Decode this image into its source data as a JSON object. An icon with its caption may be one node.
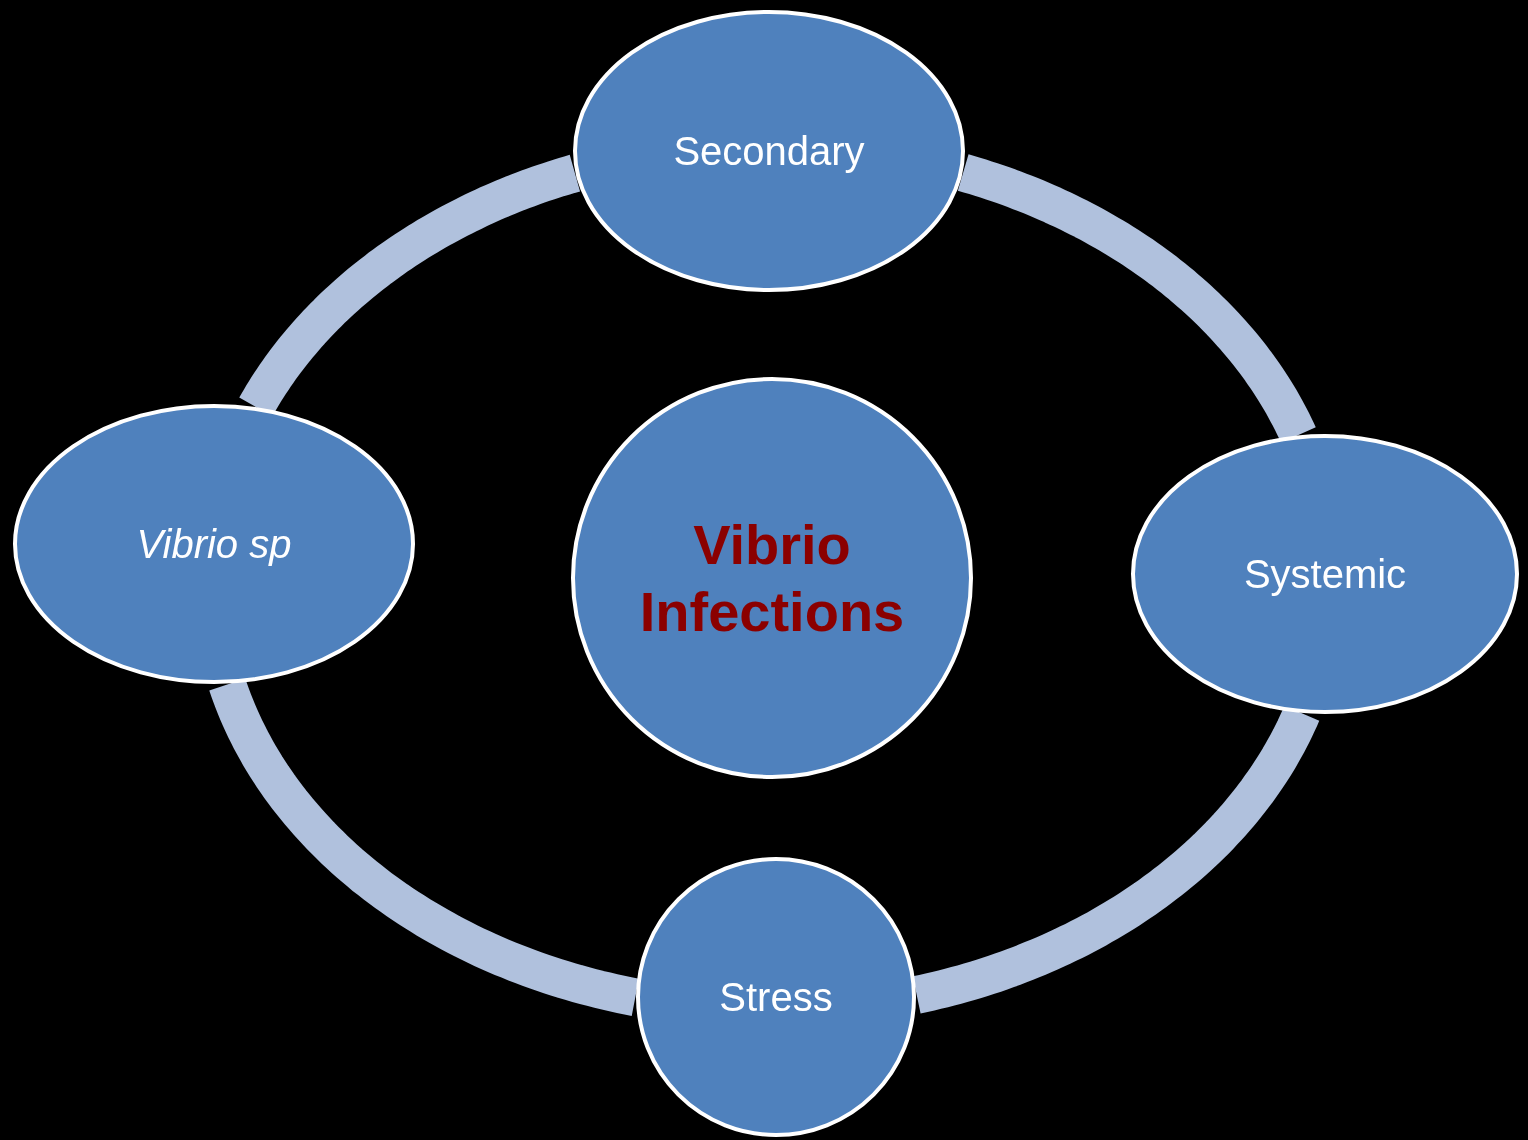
{
  "diagram": {
    "nodes": [
      {
        "text": [
          "Vibrio Infections"
        ]
      },
      {
        "text": [
          "Secondary"
        ]
      },
      {
        "text": [
          "Systemic"
        ]
      },
      {
        "text": [
          "Stress"
        ]
      },
      {
        "text": [
          "Vibrio sp"
        ]
      }
    ],
    "edges": [
      {
        "from": 1,
        "to": 2,
        "arrow": "none"
      },
      {
        "from": 2,
        "to": 3,
        "arrow": "none"
      },
      {
        "from": 3,
        "to": 4,
        "arrow": "none"
      },
      {
        "from": 4,
        "to": 1,
        "arrow": "none"
      }
    ]
  }
}
